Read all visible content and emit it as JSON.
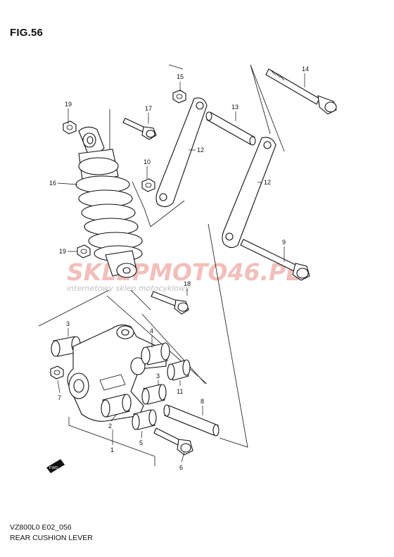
{
  "figure": {
    "title": "FIG.56"
  },
  "footer": {
    "model_code": "VZ800L0 E02_056",
    "caption": "REAR CUSHION LEVER"
  },
  "watermark": {
    "main": "SKLEPMOTO46.PL",
    "sub": "internetowy sklep motocyklowy",
    "color": "#e04a3f"
  },
  "fwd_badge": "FWD",
  "callouts": {
    "c1": "1",
    "c2": "2",
    "c3a": "3",
    "c3b": "3",
    "c4": "4",
    "c5": "5",
    "c6": "6",
    "c7": "7",
    "c8": "8",
    "c9": "9",
    "c10": "10",
    "c11": "11",
    "c12a": "12",
    "c12b": "12",
    "c13": "13",
    "c14": "14",
    "c15": "15",
    "c16": "16",
    "c17": "17",
    "c18": "18",
    "c19a": "19",
    "c19b": "19"
  }
}
